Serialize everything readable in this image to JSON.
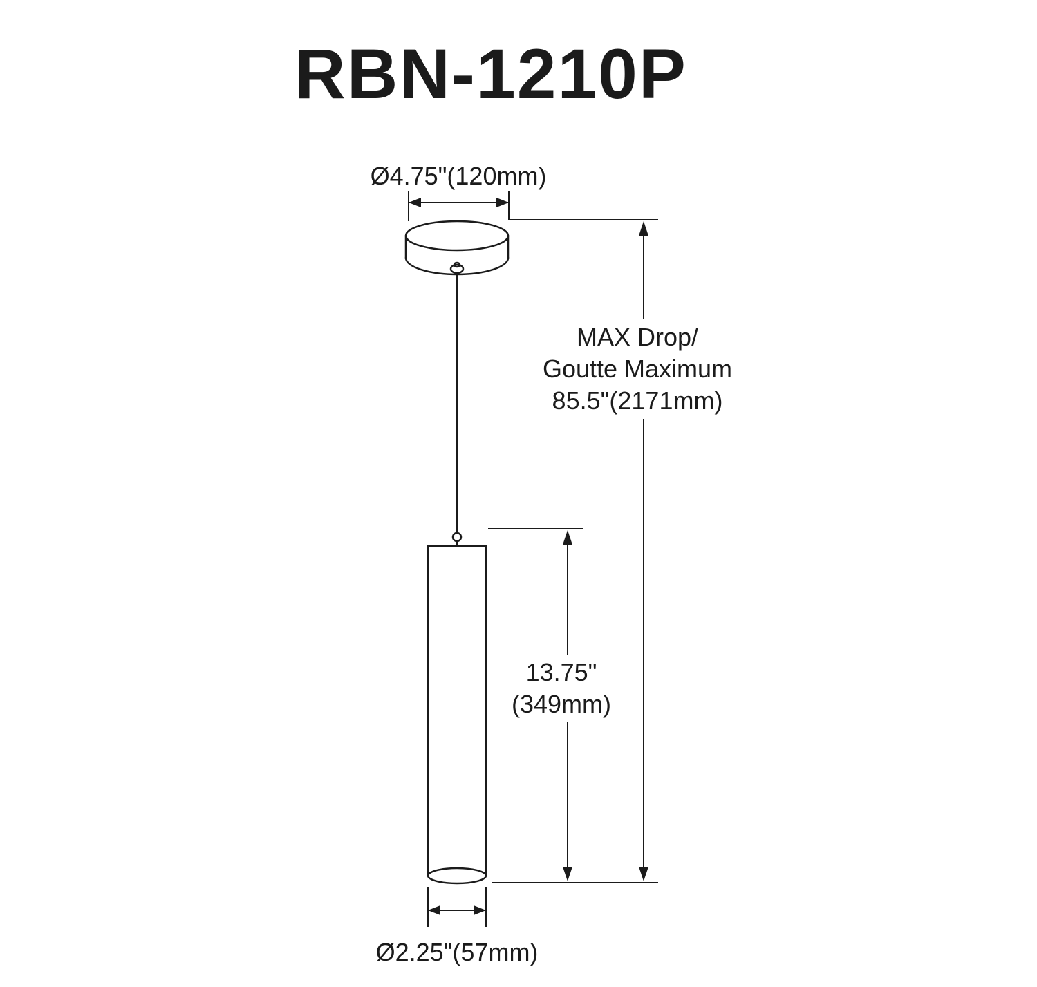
{
  "diagram": {
    "title": "RBN-1210P",
    "canopy_diameter_label": "Ø4.75\"(120mm)",
    "max_drop": {
      "line1": "MAX Drop/",
      "line2": "Goutte Maximum",
      "line3": "85.5\"(2171mm)"
    },
    "body_height": {
      "line1": "13.75\"",
      "line2": "(349mm)"
    },
    "bottom_diameter_label": "Ø2.25\"(57mm)",
    "line_color": "#1b1b1b",
    "background_color": "#ffffff"
  }
}
